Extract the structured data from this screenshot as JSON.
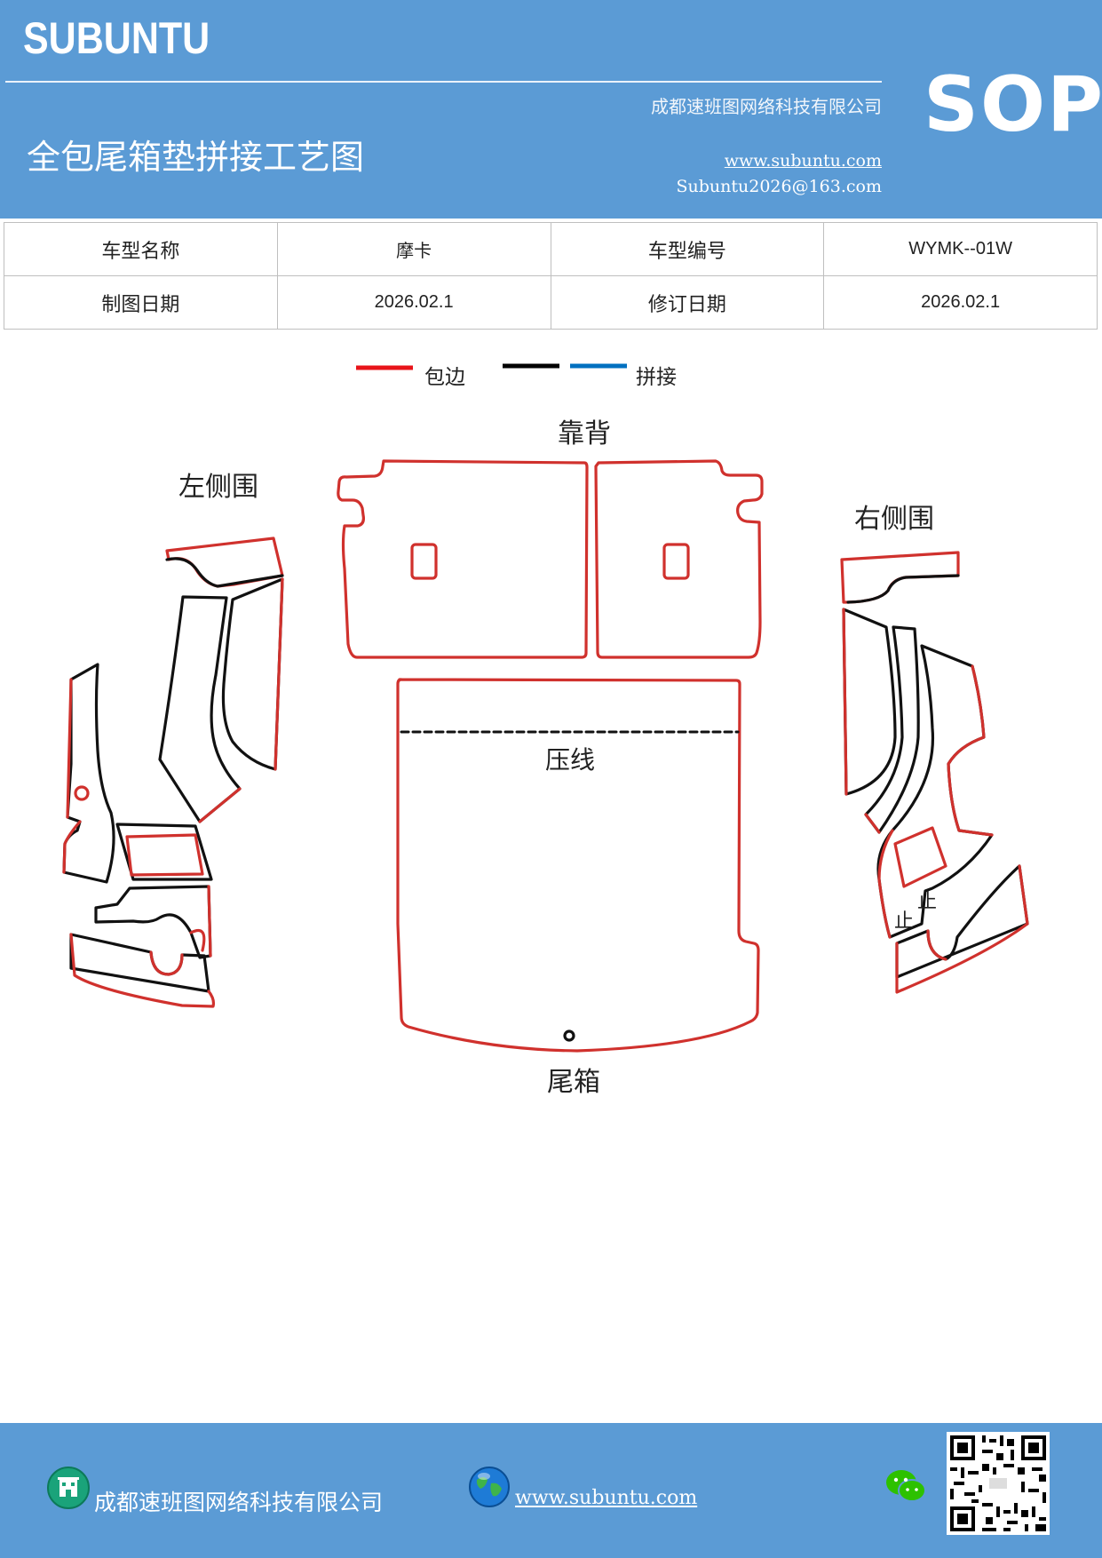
{
  "header": {
    "brand": "SUBUNTU",
    "company": "成都速班图网络科技有限公司",
    "title": "全包尾箱垫拼接工艺图",
    "website": "www.subuntu.com",
    "email": "Subuntu2026@163.com",
    "badge": "SOP"
  },
  "info_table": {
    "model_name_label": "车型名称",
    "model_name_value": "摩卡",
    "model_code_label": "车型编号",
    "model_code_value": "WYMK--01W",
    "draw_date_label": "制图日期",
    "draw_date_value": "2026.02.1",
    "revise_date_label": "修订日期",
    "revise_date_value": "2026.02.1"
  },
  "legend": {
    "edging_label": "包边",
    "splice_label": "拼接",
    "colors": {
      "edging": "#e8141a",
      "black": "#000000",
      "splice": "#0070c0"
    }
  },
  "diagram": {
    "backrest_label": "靠背",
    "left_side_label": "左侧围",
    "right_side_label": "右侧围",
    "crease_label": "压线",
    "trunk_label": "尾箱",
    "stop_label_1": "止",
    "stop_label_2": "止"
  },
  "footer": {
    "company": "成都速班图网络科技有限公司",
    "website": "www.subuntu.com",
    "icons": [
      "building-icon",
      "globe-icon",
      "wechat-icon",
      "qr-code"
    ]
  }
}
